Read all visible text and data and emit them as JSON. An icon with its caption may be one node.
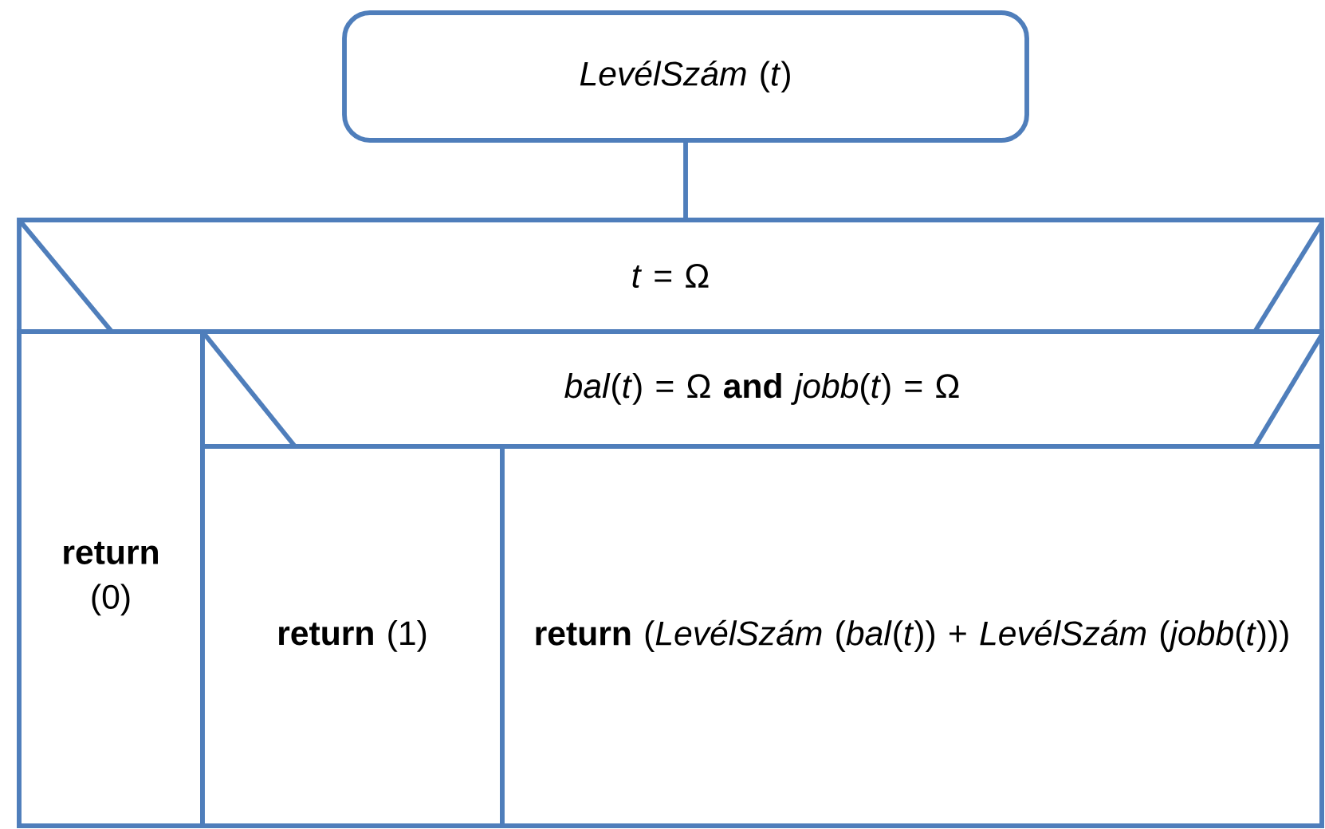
{
  "diagram": {
    "nodes": [
      {
        "text": [
          "*LevélSzám* (*t*)"
        ]
      },
      {
        "text": [
          "*t* = Ω"
        ]
      },
      {
        "text": [
          "**return** (0)"
        ],
        "in": 1
      },
      {
        "text": [
          "*bal*(*t*) = Ω **and** *jobb*(*t*) = Ω"
        ],
        "in": 1
      },
      {
        "text": [
          "**return** (1)"
        ],
        "in": 3
      },
      {
        "text": [
          "**return** (*LevélSzám* (*bal*(*t*)) + *LevélSzám* (*jobb*(*t*)))"
        ],
        "in": 3
      }
    ],
    "edges": [
      {
        "from": 0,
        "to": 1,
        "arrow": "none"
      }
    ]
  }
}
